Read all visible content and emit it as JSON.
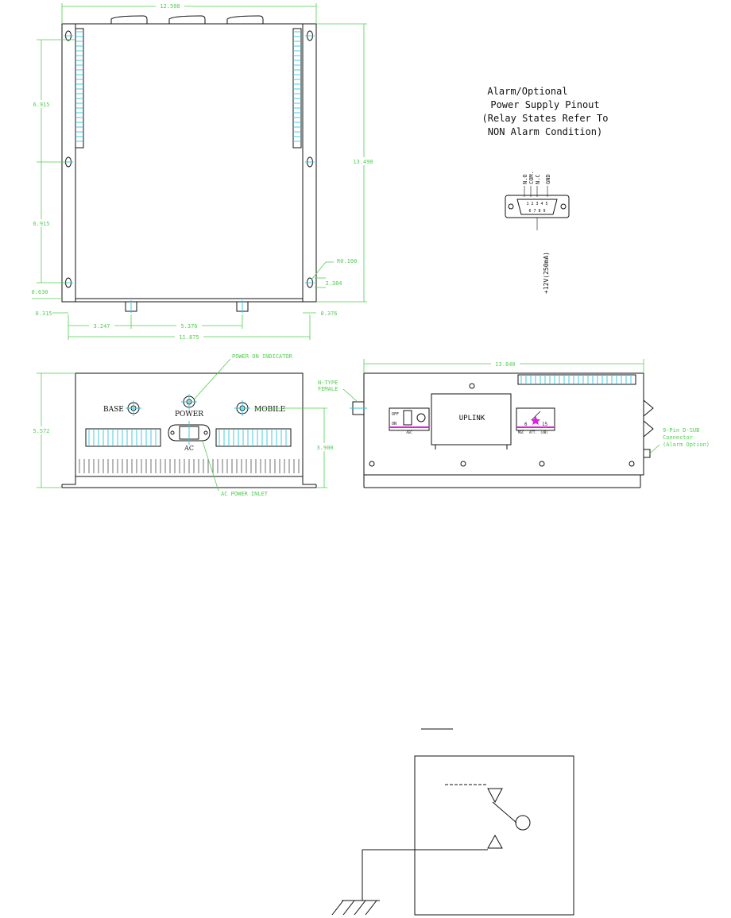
{
  "dimensions": {
    "top_width": "12.500",
    "height_total": "13.490",
    "left_upper": "6.915",
    "left_lower": "6.915",
    "left_bottom": "0.630",
    "left_edge": "0.315",
    "radius": "R0.100",
    "hole_offset": "2.384",
    "right_edge": "0.376",
    "conn_left": "3.247",
    "conn_spacing": "5.376",
    "base_width": "11.875",
    "front_height": "5.572",
    "front_inner": "3.900",
    "side_width": "13.840"
  },
  "front_view": {
    "power_indicator": "POWER ON INDICATOR",
    "base": "BASE",
    "power": "POWER",
    "mobile": "MOBILE",
    "ac": "AC",
    "ac_inlet": "AC POWER INLET"
  },
  "side_view": {
    "n_type": "N-TYPE",
    "female": "FEMALE",
    "uplink": "UPLINK",
    "off": "OFF",
    "on": "ON",
    "agc": "AGC",
    "mgc": "MGC",
    "att": "ATT.",
    "db": "(dB)",
    "dial_low": "6",
    "dial_high": "15",
    "dsub_line1": "9-Pin D-SUB",
    "dsub_line2": "Connector",
    "dsub_line3": "(Alarm Option)"
  },
  "pinout": {
    "title_line1": "Alarm/Optional",
    "title_line2": "Power Supply Pinout",
    "title_line3": "(Relay States Refer To",
    "title_line4": "NON Alarm Condition)",
    "pin_no": "N.O",
    "pin_com": "COM.",
    "pin_nc": "N.C",
    "pin_gnd": "GND",
    "pin_power": "+12V(250mA)",
    "top_pins": "1 2 3 4 5",
    "bottom_pins": "6 7 8 9"
  }
}
